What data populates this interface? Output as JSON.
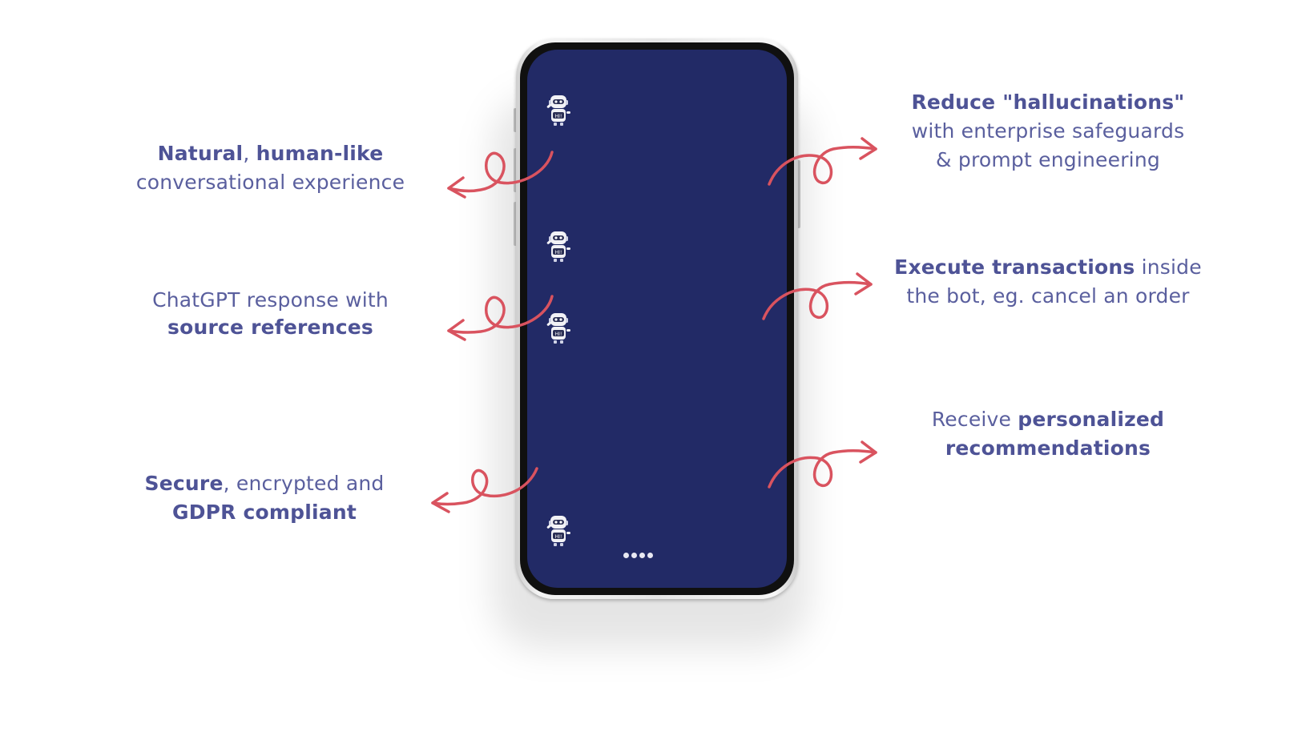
{
  "features_left": [
    {
      "line1_bold_a": "Natural",
      "line1_sep": ", ",
      "line1_bold_b": "human-like",
      "line2": "conversational experience"
    },
    {
      "line1": "ChatGPT response with",
      "line2_bold": "source references"
    },
    {
      "line1_bold": "Secure",
      "line1_rest": ", encrypted and",
      "line2_bold": "GDPR compliant"
    }
  ],
  "features_right": [
    {
      "line1_bold": "Reduce \"hallucinations\"",
      "line2": "with enterprise safeguards",
      "line3": "& prompt engineering"
    },
    {
      "line1_bold": "Execute transactions",
      "line1_rest": " inside",
      "line2": "the bot, eg. cancel an order"
    },
    {
      "line1_rest": "Receive ",
      "line1_bold": "personalized",
      "line2_bold": "recommendations"
    }
  ],
  "bot_badge": "HI!",
  "colors": {
    "text": "#5a5f9e",
    "arrow": "#d9535f",
    "screen": "#222a66"
  }
}
